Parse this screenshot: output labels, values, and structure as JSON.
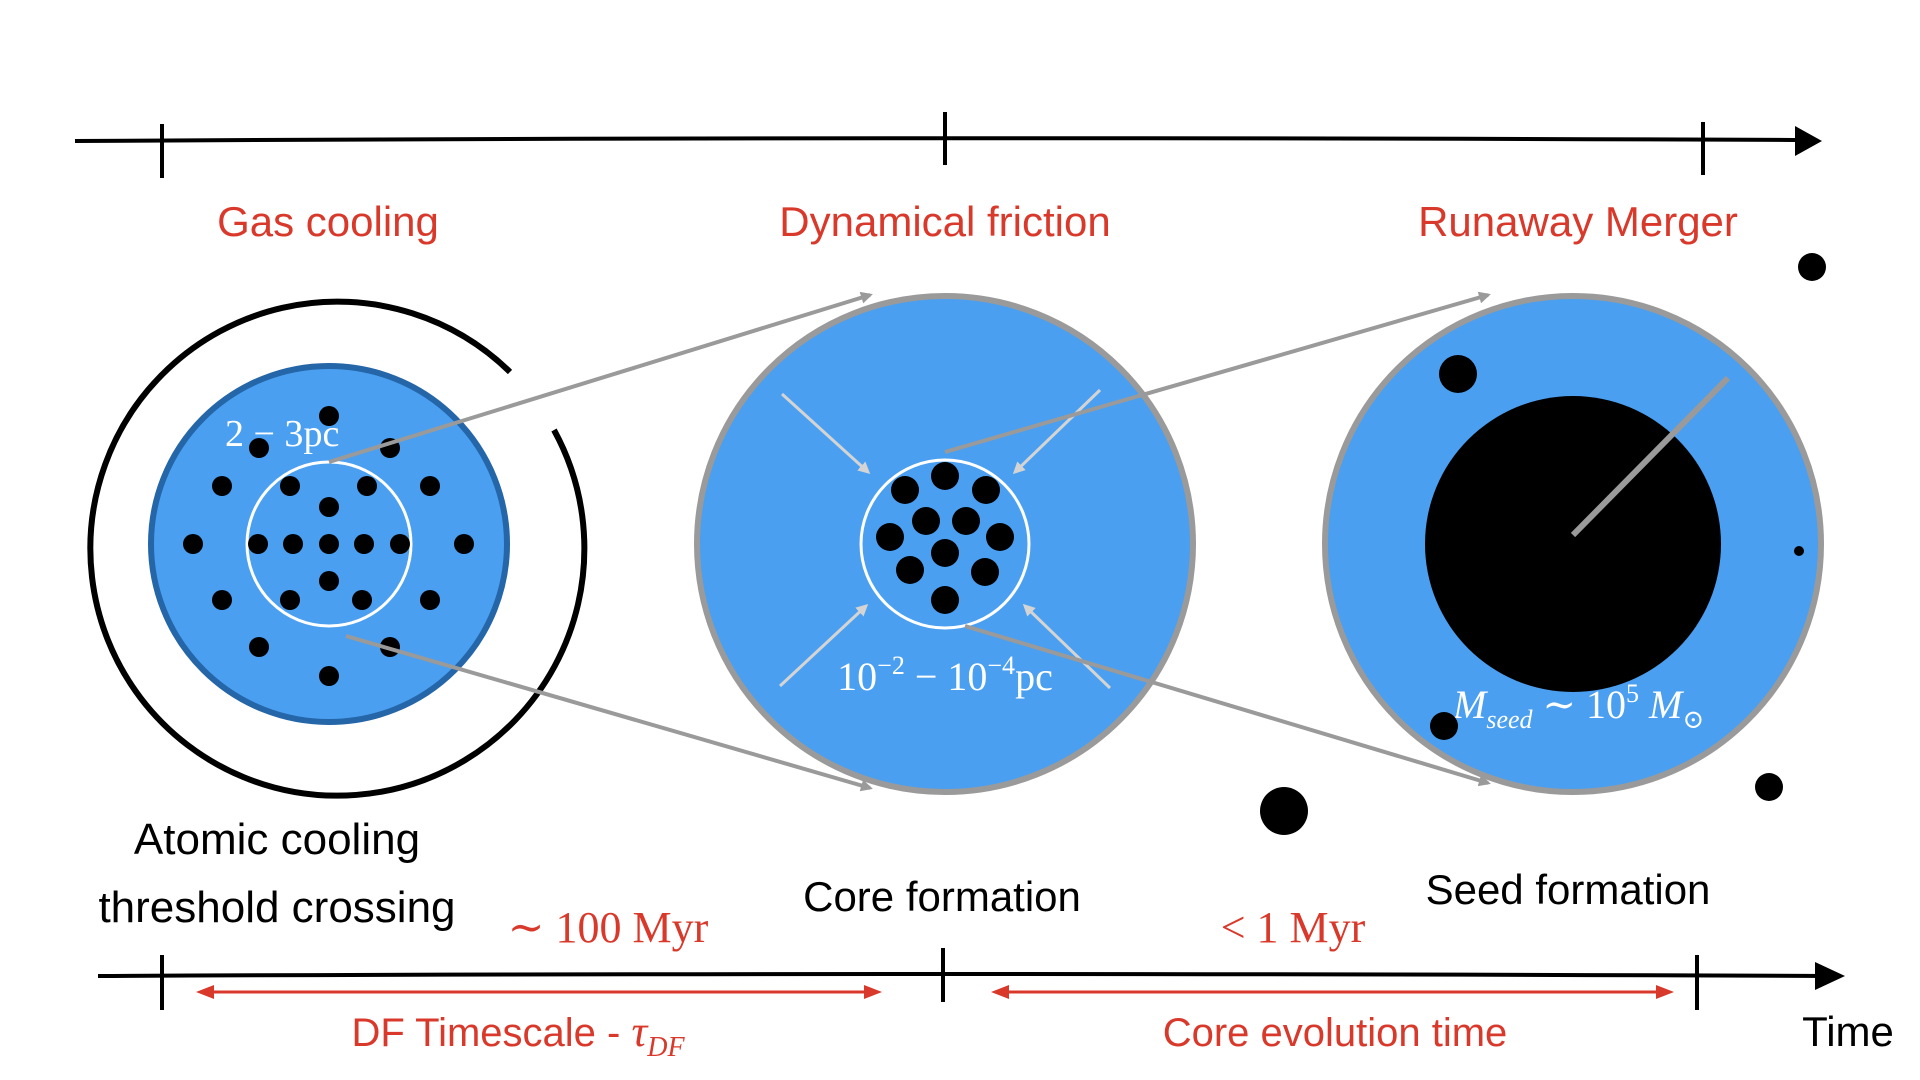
{
  "colors": {
    "blue": "#4a9ff0",
    "dark_blue": "#2466a8",
    "red": "#d9392b",
    "grey": "#9a9a9a",
    "black": "#000000",
    "white": "#ffffff"
  },
  "stages": {
    "gas_cooling": "Gas cooling",
    "dynamical_friction": "Dynamical friction",
    "runaway_merger": "Runaway Merger"
  },
  "captions": {
    "atomic_line1": "Atomic cooling",
    "atomic_line2": "threshold crossing",
    "core_formation": "Core formation",
    "seed_formation": "Seed formation"
  },
  "scales": {
    "halo_prefix": "2 − 3",
    "halo_unit": "pc",
    "core_a": "10",
    "core_a_exp": "−2",
    "core_dash": " − 10",
    "core_b_exp": "−4",
    "core_unit": "pc"
  },
  "seed_mass": {
    "m": "M",
    "m_sub": "seed",
    "approx": " ∼ 10",
    "exp": "5",
    "m2": " M",
    "sun_sub": "⊙"
  },
  "timescales": {
    "df_time": "∼ 100 Myr",
    "core_time": "< 1 Myr",
    "df_label": "DF Timescale - ",
    "df_symbol": "τ",
    "df_symbol_sub": "DF",
    "core_label": "Core evolution time",
    "axis_label": "Time"
  }
}
